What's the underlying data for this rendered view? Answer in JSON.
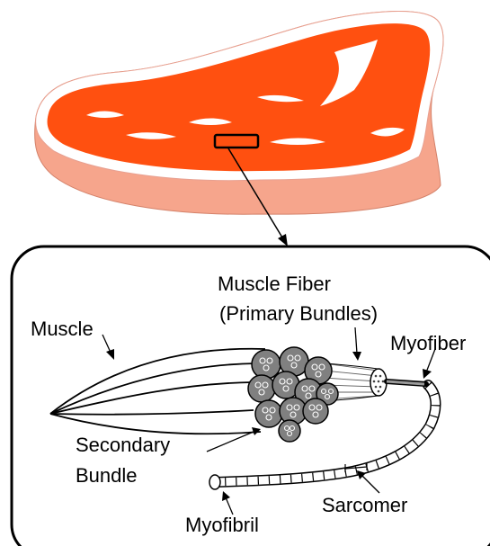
{
  "labels": {
    "muscle": "Muscle",
    "muscle_fiber_line1": "Muscle Fiber",
    "muscle_fiber_line2": "(Primary Bundles)",
    "myofiber": "Myofiber",
    "secondary_line1": "Secondary",
    "secondary_line2": "Bundle",
    "sarcomer": "Sarcomer",
    "myofibril": "Myofibril"
  },
  "colors": {
    "steak_rim": "#F6A58C",
    "steak_meat": "#FF5010",
    "fat_marbling": "#FFFFFF",
    "bundle_fill": "#808080",
    "outline": "#000000"
  }
}
